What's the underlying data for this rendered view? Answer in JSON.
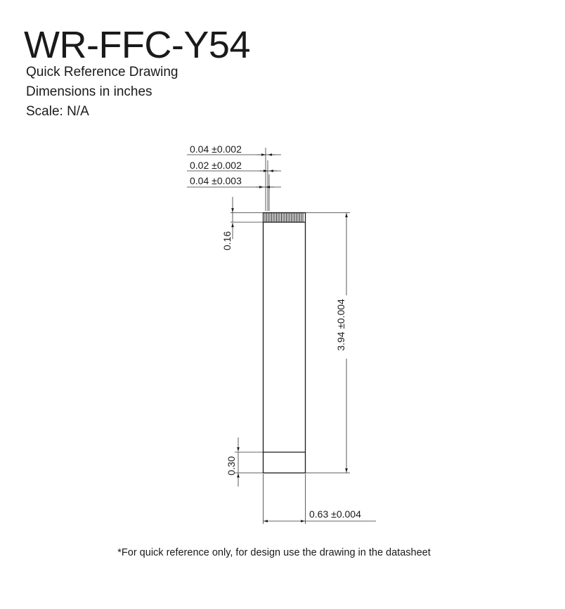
{
  "header": {
    "title": "WR-FFC-Y54",
    "subtitle_lines": [
      "Quick Reference Drawing",
      "Dimensions in inches",
      "Scale: N/A"
    ]
  },
  "dimensions": {
    "pitch": "0.04 ±0.002",
    "contact_width": "0.02 ±0.002",
    "edge_offset": "0.04 ±0.003",
    "contact_length": "0.16",
    "cable_length": "3.94 ±0.004",
    "stiffener_length": "0.30",
    "cable_width": "0.63 ±0.004"
  },
  "footnote": "*For quick reference only, for design use the drawing in the datasheet",
  "colors": {
    "line": "#1a1a1a",
    "dimension": "#333333"
  }
}
